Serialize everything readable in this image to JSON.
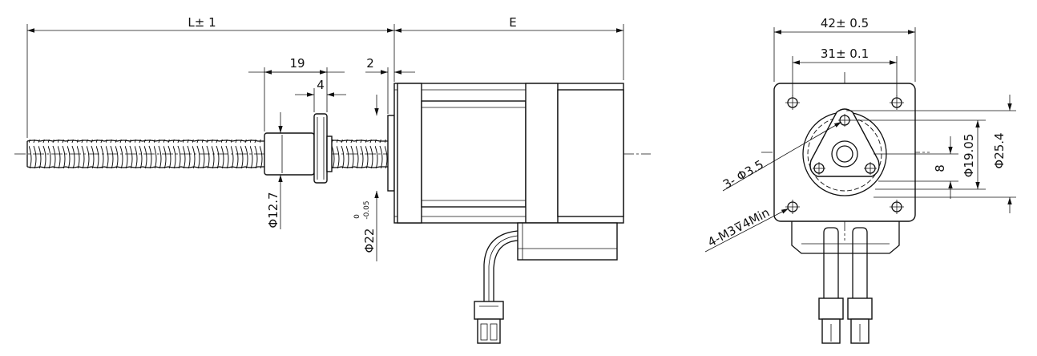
{
  "side_view": {
    "length_label": "L± 1",
    "motor_length_label": "E",
    "nut_length_label": "19",
    "flange_width_label": "4",
    "pilot_label": "2",
    "nut_dia_label": "Φ12.7",
    "pilot_dia_label": "Φ22",
    "pilot_tol_upper": "0",
    "pilot_tol_lower": "-0.05"
  },
  "front_view": {
    "width_label": "42± 0.5",
    "hole_spacing_label": "31± 0.1",
    "flange_holes_label": "3- Φ3.5",
    "mount_holes_label": "4-M3⊽4Min",
    "bolt_circle_label": "Φ19.05",
    "offset_label": "8",
    "flange_dia_label": "Φ25.4"
  }
}
